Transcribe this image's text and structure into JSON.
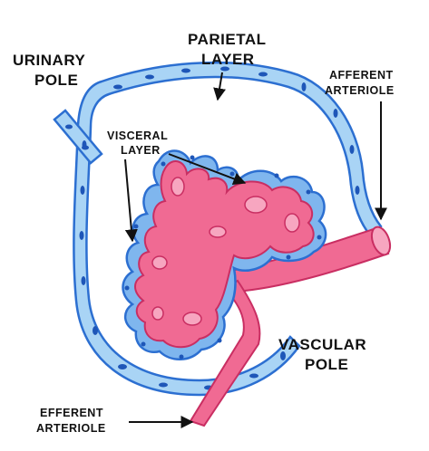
{
  "diagram": {
    "labels": {
      "urinary_pole": [
        "URINARY",
        "POLE"
      ],
      "parietal_layer": [
        "PARIETAL",
        "LAYER"
      ],
      "afferent_arteriole": [
        "AFFERENT",
        "ARTERIOLE"
      ],
      "visceral_layer": [
        "VISCERAL",
        "LAYER"
      ],
      "vascular_pole": [
        "VASCULAR",
        "POLE"
      ],
      "efferent_arteriole": [
        "EFFERENT",
        "ARTERIOLE"
      ]
    },
    "colors": {
      "capsule_fill": "#a9d4f5",
      "capsule_stroke": "#2c6fd1",
      "vessel_fill": "#f06a93",
      "vessel_light": "#f7a6c0",
      "nucleus": "#1e56b8",
      "text": "#111111"
    }
  }
}
